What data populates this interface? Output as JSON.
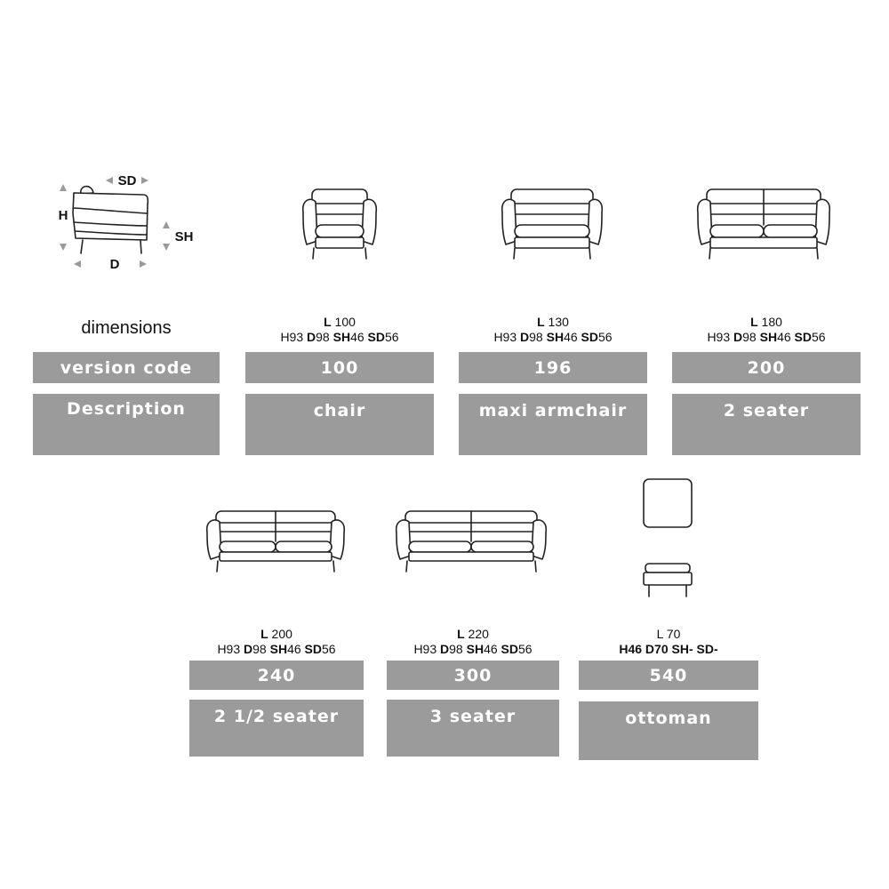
{
  "diagram": {
    "sd": "SD",
    "h": "H",
    "sh": "SH",
    "d": "D"
  },
  "header_label": "dimensions",
  "row_labels": {
    "version_code": "version code",
    "description": "Description"
  },
  "products": [
    {
      "l_key": "L",
      "l_val": "100",
      "h": "H93",
      "d_key": "D",
      "d_val": "98",
      "sh_key": "SH",
      "sh_val": "46",
      "sd_key": "SD",
      "sd_val": "56",
      "code": "100",
      "description": "chair"
    },
    {
      "l_key": "L",
      "l_val": "130",
      "h": "H93",
      "d_key": "D",
      "d_val": "98",
      "sh_key": "SH",
      "sh_val": "46",
      "sd_key": "SD",
      "sd_val": "56",
      "code": "196",
      "description": "maxi armchair"
    },
    {
      "l_key": "L",
      "l_val": "180",
      "h": "H93",
      "d_key": "D",
      "d_val": "98",
      "sh_key": "SH",
      "sh_val": "46",
      "sd_key": "SD",
      "sd_val": "56",
      "code": "200",
      "description": "2 seater"
    },
    {
      "l_key": "L",
      "l_val": "200",
      "h": "H93",
      "d_key": "D",
      "d_val": "98",
      "sh_key": "SH",
      "sh_val": "46",
      "sd_key": "SD",
      "sd_val": "56",
      "code": "240",
      "description": "2 1/2 seater"
    },
    {
      "l_key": "L",
      "l_val": "220",
      "h": "H93",
      "d_key": "D",
      "d_val": "98",
      "sh_key": "SH",
      "sh_val": "46",
      "sd_key": "SD",
      "sd_val": "56",
      "code": "300",
      "description": "3 seater"
    },
    {
      "l_key": "L",
      "l_val": "70",
      "h": "H46",
      "d_key": "D",
      "d_val": "70",
      "sh_key": "SH-",
      "sh_val": "",
      "sd_key": "SD-",
      "sd_val": "",
      "code": "540",
      "description": "ottoman"
    }
  ]
}
